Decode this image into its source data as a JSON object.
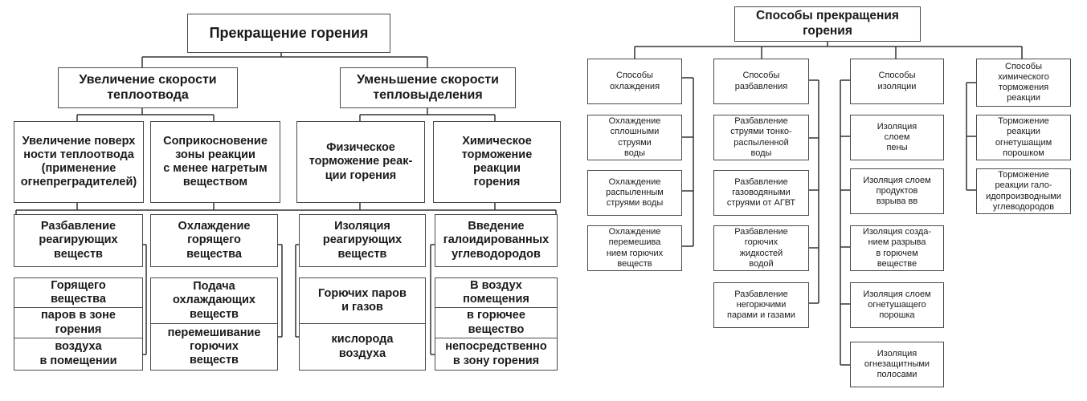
{
  "left": {
    "title": "Прекращение горения",
    "branch_heat_removal": "Увеличение скорости\nтеплоотвода",
    "branch_heat_release": "Уменьшение скорости\nтепловыделения",
    "methods": {
      "surface": "Увеличение поверх\nности теплоотвода\n(применение\nогнепреградителей)",
      "contact": "Соприкосновение\nзоны реакции\nс менее нагретым\nвеществом",
      "physical": "Физическое\nторможение реак-\nции горения",
      "chemical": "Химическое\nторможение\nреакции\nгорения"
    },
    "dilution": {
      "head": "Разбавление\nреагирующих\nвеществ",
      "items": [
        "Горящего\nвещества",
        "паров в зоне\nгорения",
        "воздуха\nв помещении"
      ]
    },
    "cooling": {
      "head": "Охлаждение\nгорящего\nвещества",
      "items": [
        "Подача\nохлаждающих\nвеществ",
        "перемешивание\nгорючих\nвеществ"
      ]
    },
    "isolation": {
      "head": "Изоляция\nреагирующих\nвеществ",
      "items": [
        "Горючих паров\nи газов",
        "кислорода\nвоздуха"
      ]
    },
    "halocarbons": {
      "head": "Введение\nгалоидированных\nуглеводородов",
      "items": [
        "В воздух\nпомещения",
        "в горючее\nвещество",
        "непосредственно\nв зону горения"
      ]
    }
  },
  "right": {
    "title": "Способы прекращения\nгорения",
    "columns": [
      {
        "head": "Способы\nохлаждения",
        "items": [
          "Охлаждение\nсплошными\nструями\nводы",
          "Охлаждение\nраспыленным\nструями воды",
          "Охлаждение\nперемешива\nнием горючих\nвеществ"
        ]
      },
      {
        "head": "Способы\nразбавления",
        "items": [
          "Разбавление\nструями тонко-\nраспыленной\nводы",
          "Разбавление\nгазоводяными\nструями от АГВТ",
          "Разбавление\nгорючих\nжидкостей\nводой",
          "Разбавление\nнегорючими\nпарами и газами"
        ]
      },
      {
        "head": "Способы\nизоляции",
        "items": [
          "Изоляция\nслоем\nпены",
          "Изоляция слоем\nпродуктов\nвзрыва вв",
          "Изоляция созда-\nнием разрыва\nв горючем\nвеществе",
          "Изоляция слоем\nогнетушащего\nпорошка",
          "Изоляция\nогнезащитными\nполосами"
        ]
      },
      {
        "head": "Способы\nхимического\nторможения\nреакции",
        "items": [
          "Торможение\nреакции\nогнетушащим\nпорошком",
          "Торможение\nреакции гало-\nидопроизводными\nуглеводородов"
        ]
      }
    ]
  }
}
